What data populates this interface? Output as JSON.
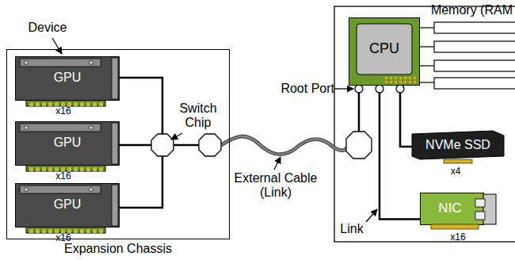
{
  "diagram": {
    "nodes": [
      {
        "text": [
          "Expansion Chassis"
        ]
      },
      {
        "text": [
          "GPU"
        ],
        "in": 0
      },
      {
        "text": [
          "GPU"
        ],
        "in": 0
      },
      {
        "text": [
          "GPU"
        ],
        "in": 0
      },
      {
        "text": [
          "CPU"
        ]
      },
      {
        "text": [
          "NVMe SSD"
        ]
      },
      {
        "text": [
          "NIC"
        ]
      }
    ],
    "edges": [
      {
        "from": 4,
        "to": 5,
        "arrow": "none"
      },
      {
        "from": 4,
        "to": 6,
        "arrow": "none"
      }
    ],
    "labels": [
      "Device",
      "Switch Chip",
      "External Cable (Link)",
      "Root Port",
      "Memory (RAM",
      "Link",
      "x16",
      "x16",
      "x16",
      "x4",
      "x16"
    ]
  }
}
